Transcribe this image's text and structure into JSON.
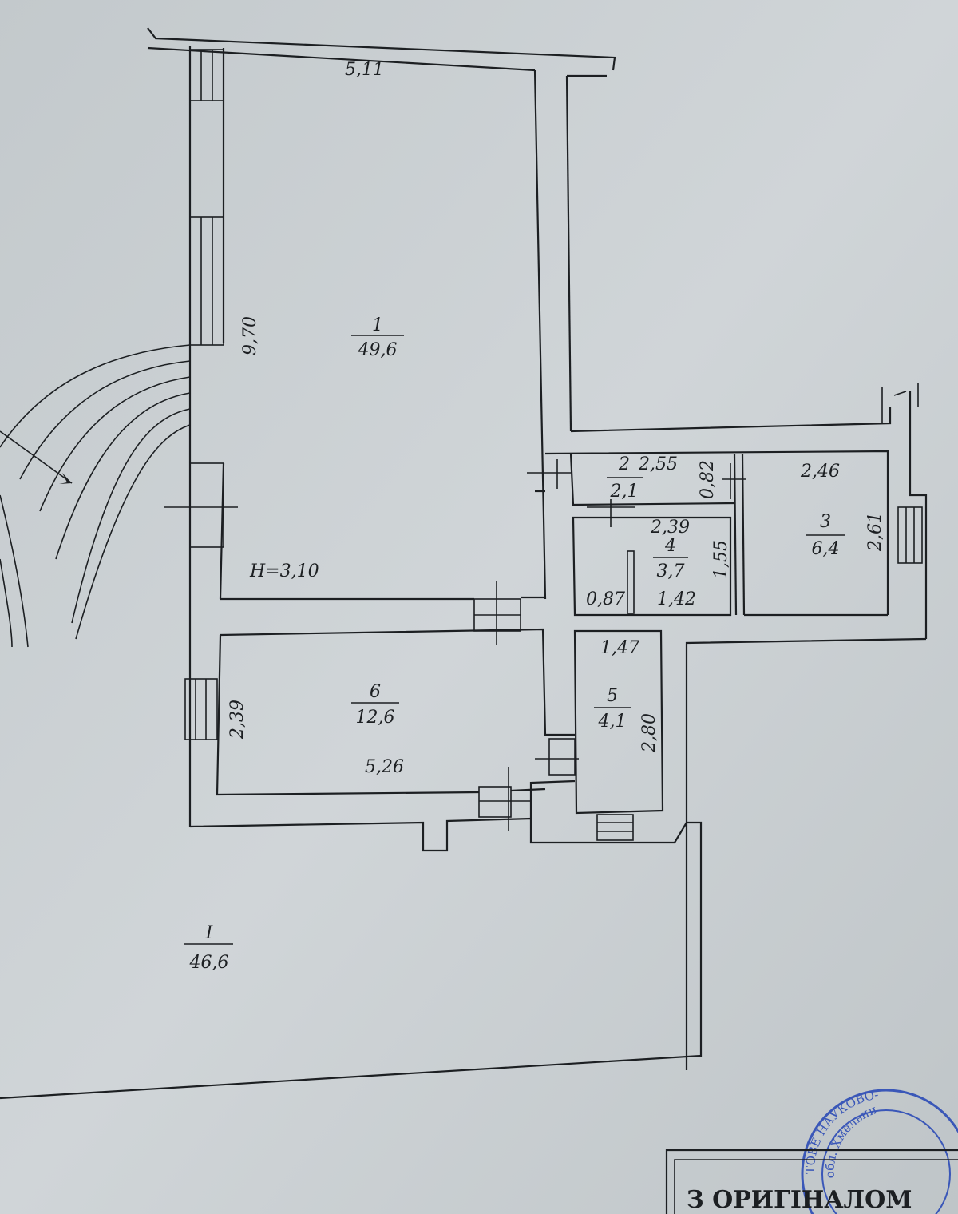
{
  "plan": {
    "ceiling_height": "H=3,10",
    "rooms": [
      {
        "id": "room-1-main",
        "number": "1",
        "area": "49,6"
      },
      {
        "id": "room-2",
        "number": "2",
        "area": "2,1"
      },
      {
        "id": "room-3",
        "number": "3",
        "area": "6,4"
      },
      {
        "id": "room-4",
        "number": "4",
        "area": "3,7"
      },
      {
        "id": "room-5",
        "number": "5",
        "area": "4,1"
      },
      {
        "id": "room-6",
        "number": "6",
        "area": "12,6"
      },
      {
        "id": "room-I-outside",
        "number": "I",
        "area": "46,6"
      }
    ],
    "dimensions": {
      "room1_width": "5,11",
      "room1_length": "9,70",
      "room2_width": "2,55",
      "room2_depth": "0,82",
      "room3_width": "2,46",
      "room3_length": "2,61",
      "room4_width": "2,39",
      "room4_height": "1,55",
      "room4_left": "0,87",
      "room4_right": "1,42",
      "room5_width": "1,47",
      "room5_length": "2,80",
      "room6_width": "5,26",
      "room6_height": "2,39"
    },
    "stamp_text": "ТОВЕ НАУКОВО-",
    "stamp_text2": "обл. Хмельни",
    "title_partial": "З ОРИГІНАЛОМ"
  },
  "colors": {
    "paper": "#c9cfd2",
    "ink": "#1c1f22",
    "stamp": "#3a57b8"
  }
}
